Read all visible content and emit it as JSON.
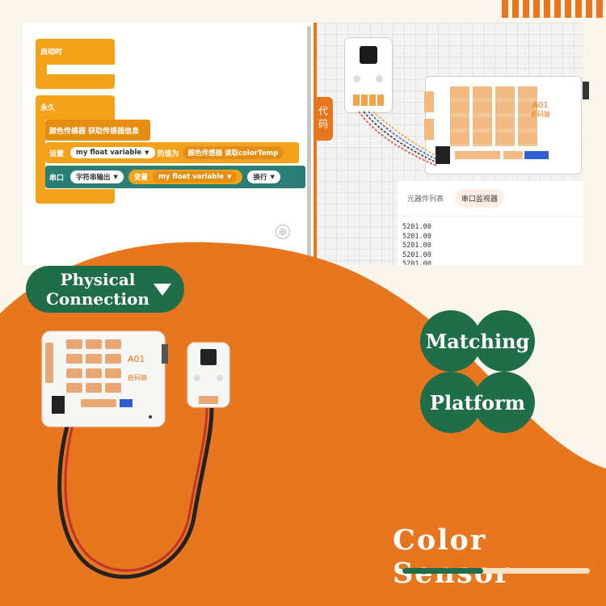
{
  "screenshot": {
    "code_tab_label": "代码",
    "blocks": {
      "on_start": "启动时",
      "forever": "永久",
      "color_sensor_get": "颜色传感器 获取传感器信息",
      "set_label": "设置",
      "variable": "my float variable",
      "value_of": "的值为",
      "read_color_temp": "颜色传感器 读取colorTemp",
      "serial_label": "串口",
      "string_output": "字符串输出",
      "variable_label": "变量",
      "newline": "换行"
    },
    "board_label": "A01",
    "board_brand": "启码猿",
    "serial_panel": {
      "tab_components": "元器件列表",
      "tab_monitor": "串口监视器",
      "lines": [
        "5201.00",
        "5201.00",
        "5201.00",
        "5201.00",
        "5201.00"
      ]
    }
  },
  "physical_connection": "Physical\nConnection",
  "matching_platform": {
    "line1": "Matching",
    "line2": "Platform"
  },
  "title": "Color Sensor",
  "progress": {
    "value_percent": 43
  },
  "colors": {
    "orange": "#e8761e",
    "green": "#1f6e49",
    "cream": "#fbf6ec"
  }
}
